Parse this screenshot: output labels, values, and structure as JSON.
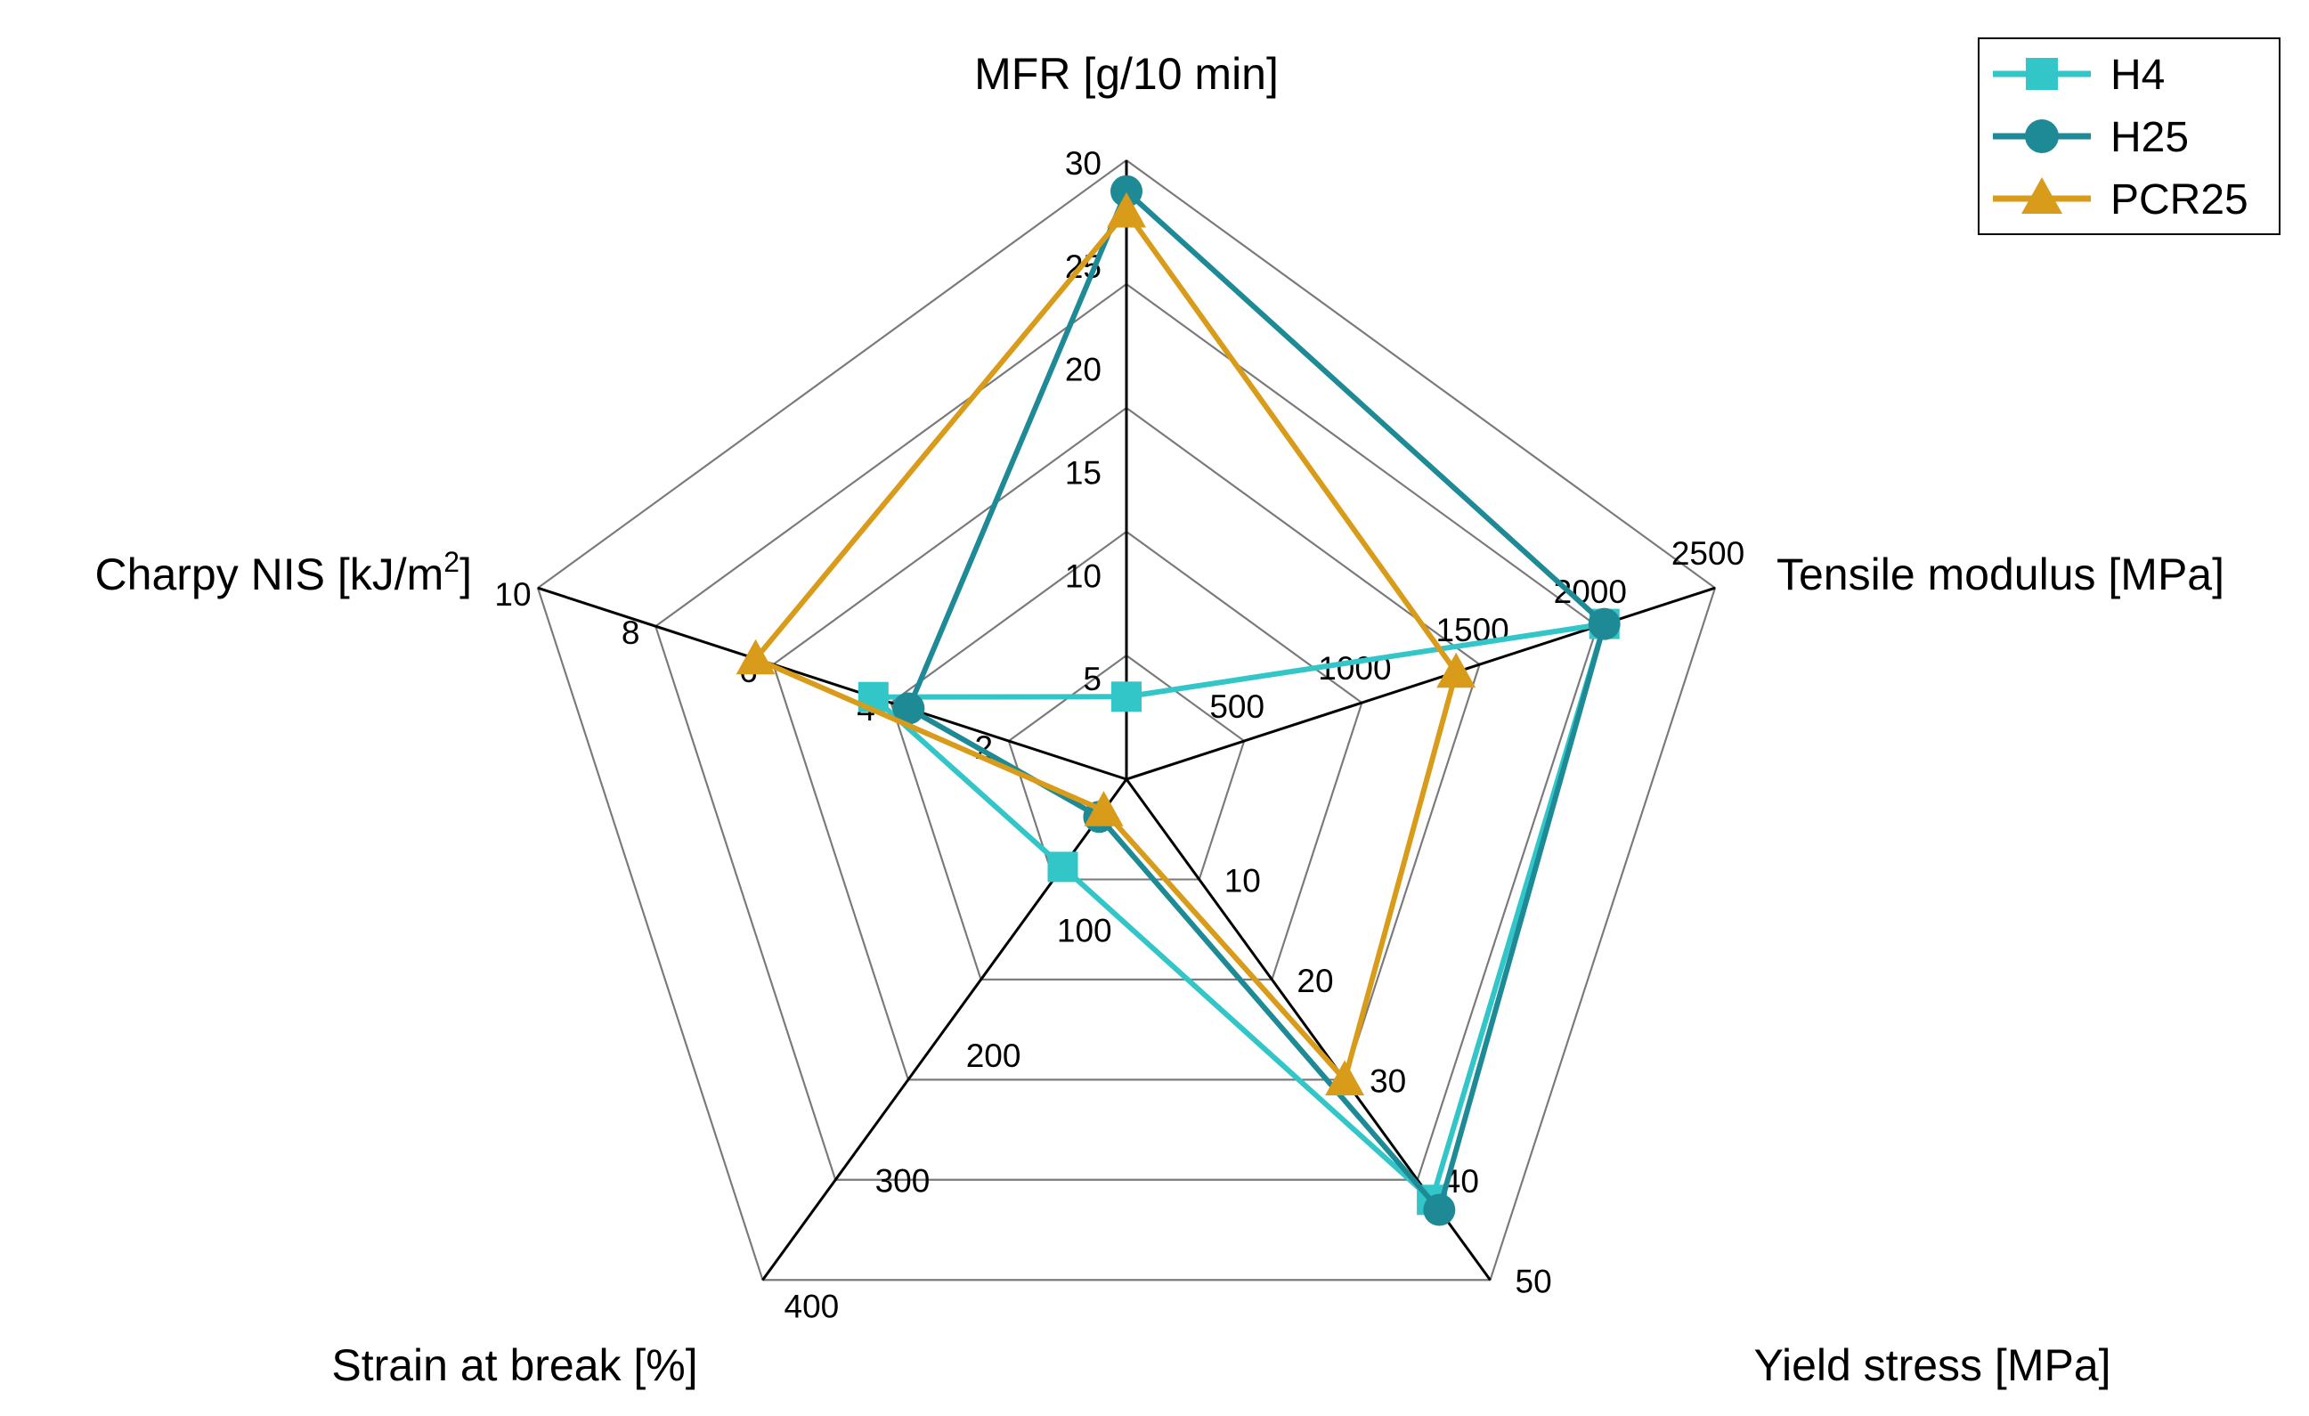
{
  "chart_data": {
    "type": "radar",
    "axes": [
      {
        "label": "MFR [g/10 min]",
        "label_sup": "",
        "label_suffix": "",
        "max": 30,
        "ticks": [
          5,
          10,
          15,
          20,
          25,
          30
        ]
      },
      {
        "label": "Tensile modulus [MPa]",
        "label_sup": "",
        "label_suffix": "",
        "max": 2500,
        "ticks": [
          500,
          1000,
          1500,
          2000,
          2500
        ]
      },
      {
        "label": "Yield stress [MPa]",
        "label_sup": "",
        "label_suffix": "",
        "max": 50,
        "ticks": [
          10,
          20,
          30,
          40,
          50
        ]
      },
      {
        "label": "Strain at break [%]",
        "label_sup": "",
        "label_suffix": "",
        "max": 400,
        "ticks": [
          100,
          200,
          300,
          400
        ]
      },
      {
        "label": "Charpy NIS [kJ/m",
        "label_sup": "2",
        "label_suffix": "]",
        "max": 10,
        "ticks": [
          2,
          4,
          6,
          8,
          10
        ]
      }
    ],
    "rings": 5,
    "series": [
      {
        "name": "H4",
        "color": "#33c6c9",
        "marker": "square",
        "values": [
          4,
          2030,
          42,
          70,
          4.3
        ]
      },
      {
        "name": "H25",
        "color": "#1d8a96",
        "marker": "circle",
        "values": [
          28.5,
          2030,
          43,
          30,
          3.7
        ]
      },
      {
        "name": "PCR25",
        "color": "#d99b1a",
        "marker": "triangle",
        "values": [
          27.5,
          1400,
          30,
          25,
          6.3
        ]
      }
    ],
    "legend_position": "top-right"
  }
}
